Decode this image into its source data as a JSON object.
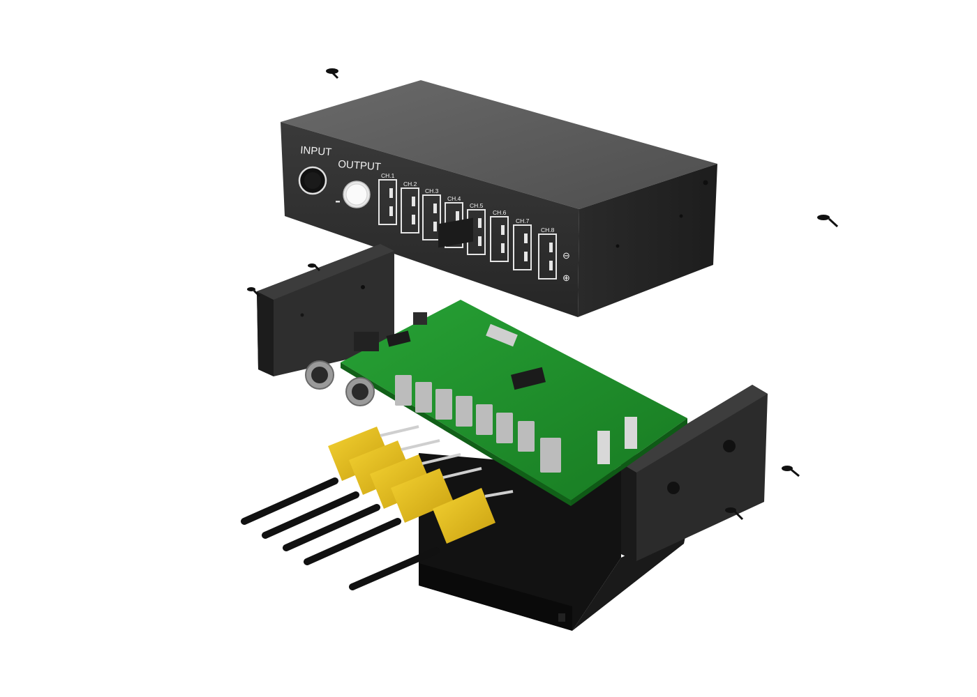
{
  "panel": {
    "input_label": "INPUT",
    "output_label": "OUTPUT",
    "channels": [
      "CH.1",
      "CH.2",
      "CH.3",
      "CH.4",
      "CH.5",
      "CH.6",
      "CH.7",
      "CH.8"
    ],
    "polarity_minus": "⊖",
    "polarity_plus": "⊕"
  },
  "colors": {
    "housing": "#2f2f2f",
    "housing_top": "#5a5a5a",
    "pcb": "#1f8a2a",
    "connector": "#e8c21a",
    "background": "#ffffff"
  }
}
